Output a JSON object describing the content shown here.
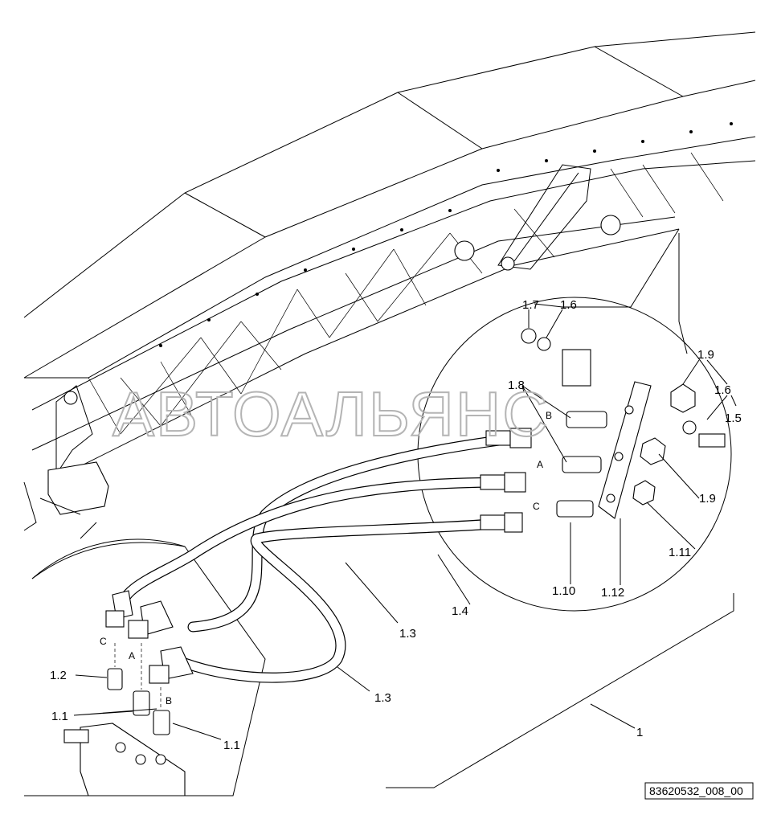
{
  "watermark": "АВТОАЛЬЯНС",
  "reference": "83620532_008_00",
  "ports": {
    "a": "A",
    "b": "B",
    "c": "C"
  },
  "callouts": {
    "c_1": "1",
    "c_1_1a": "1.1",
    "c_1_1b": "1.1",
    "c_1_2": "1.2",
    "c_1_3a": "1.3",
    "c_1_3b": "1.3",
    "c_1_4": "1.4",
    "c_1_5": "1.5",
    "c_1_6a": "1.6",
    "c_1_6b": "1.6",
    "c_1_7": "1.7",
    "c_1_8": "1.8",
    "c_1_9a": "1.9",
    "c_1_9b": "1.9",
    "c_1_10": "1.10",
    "c_1_11": "1.11",
    "c_1_12": "1.12"
  }
}
